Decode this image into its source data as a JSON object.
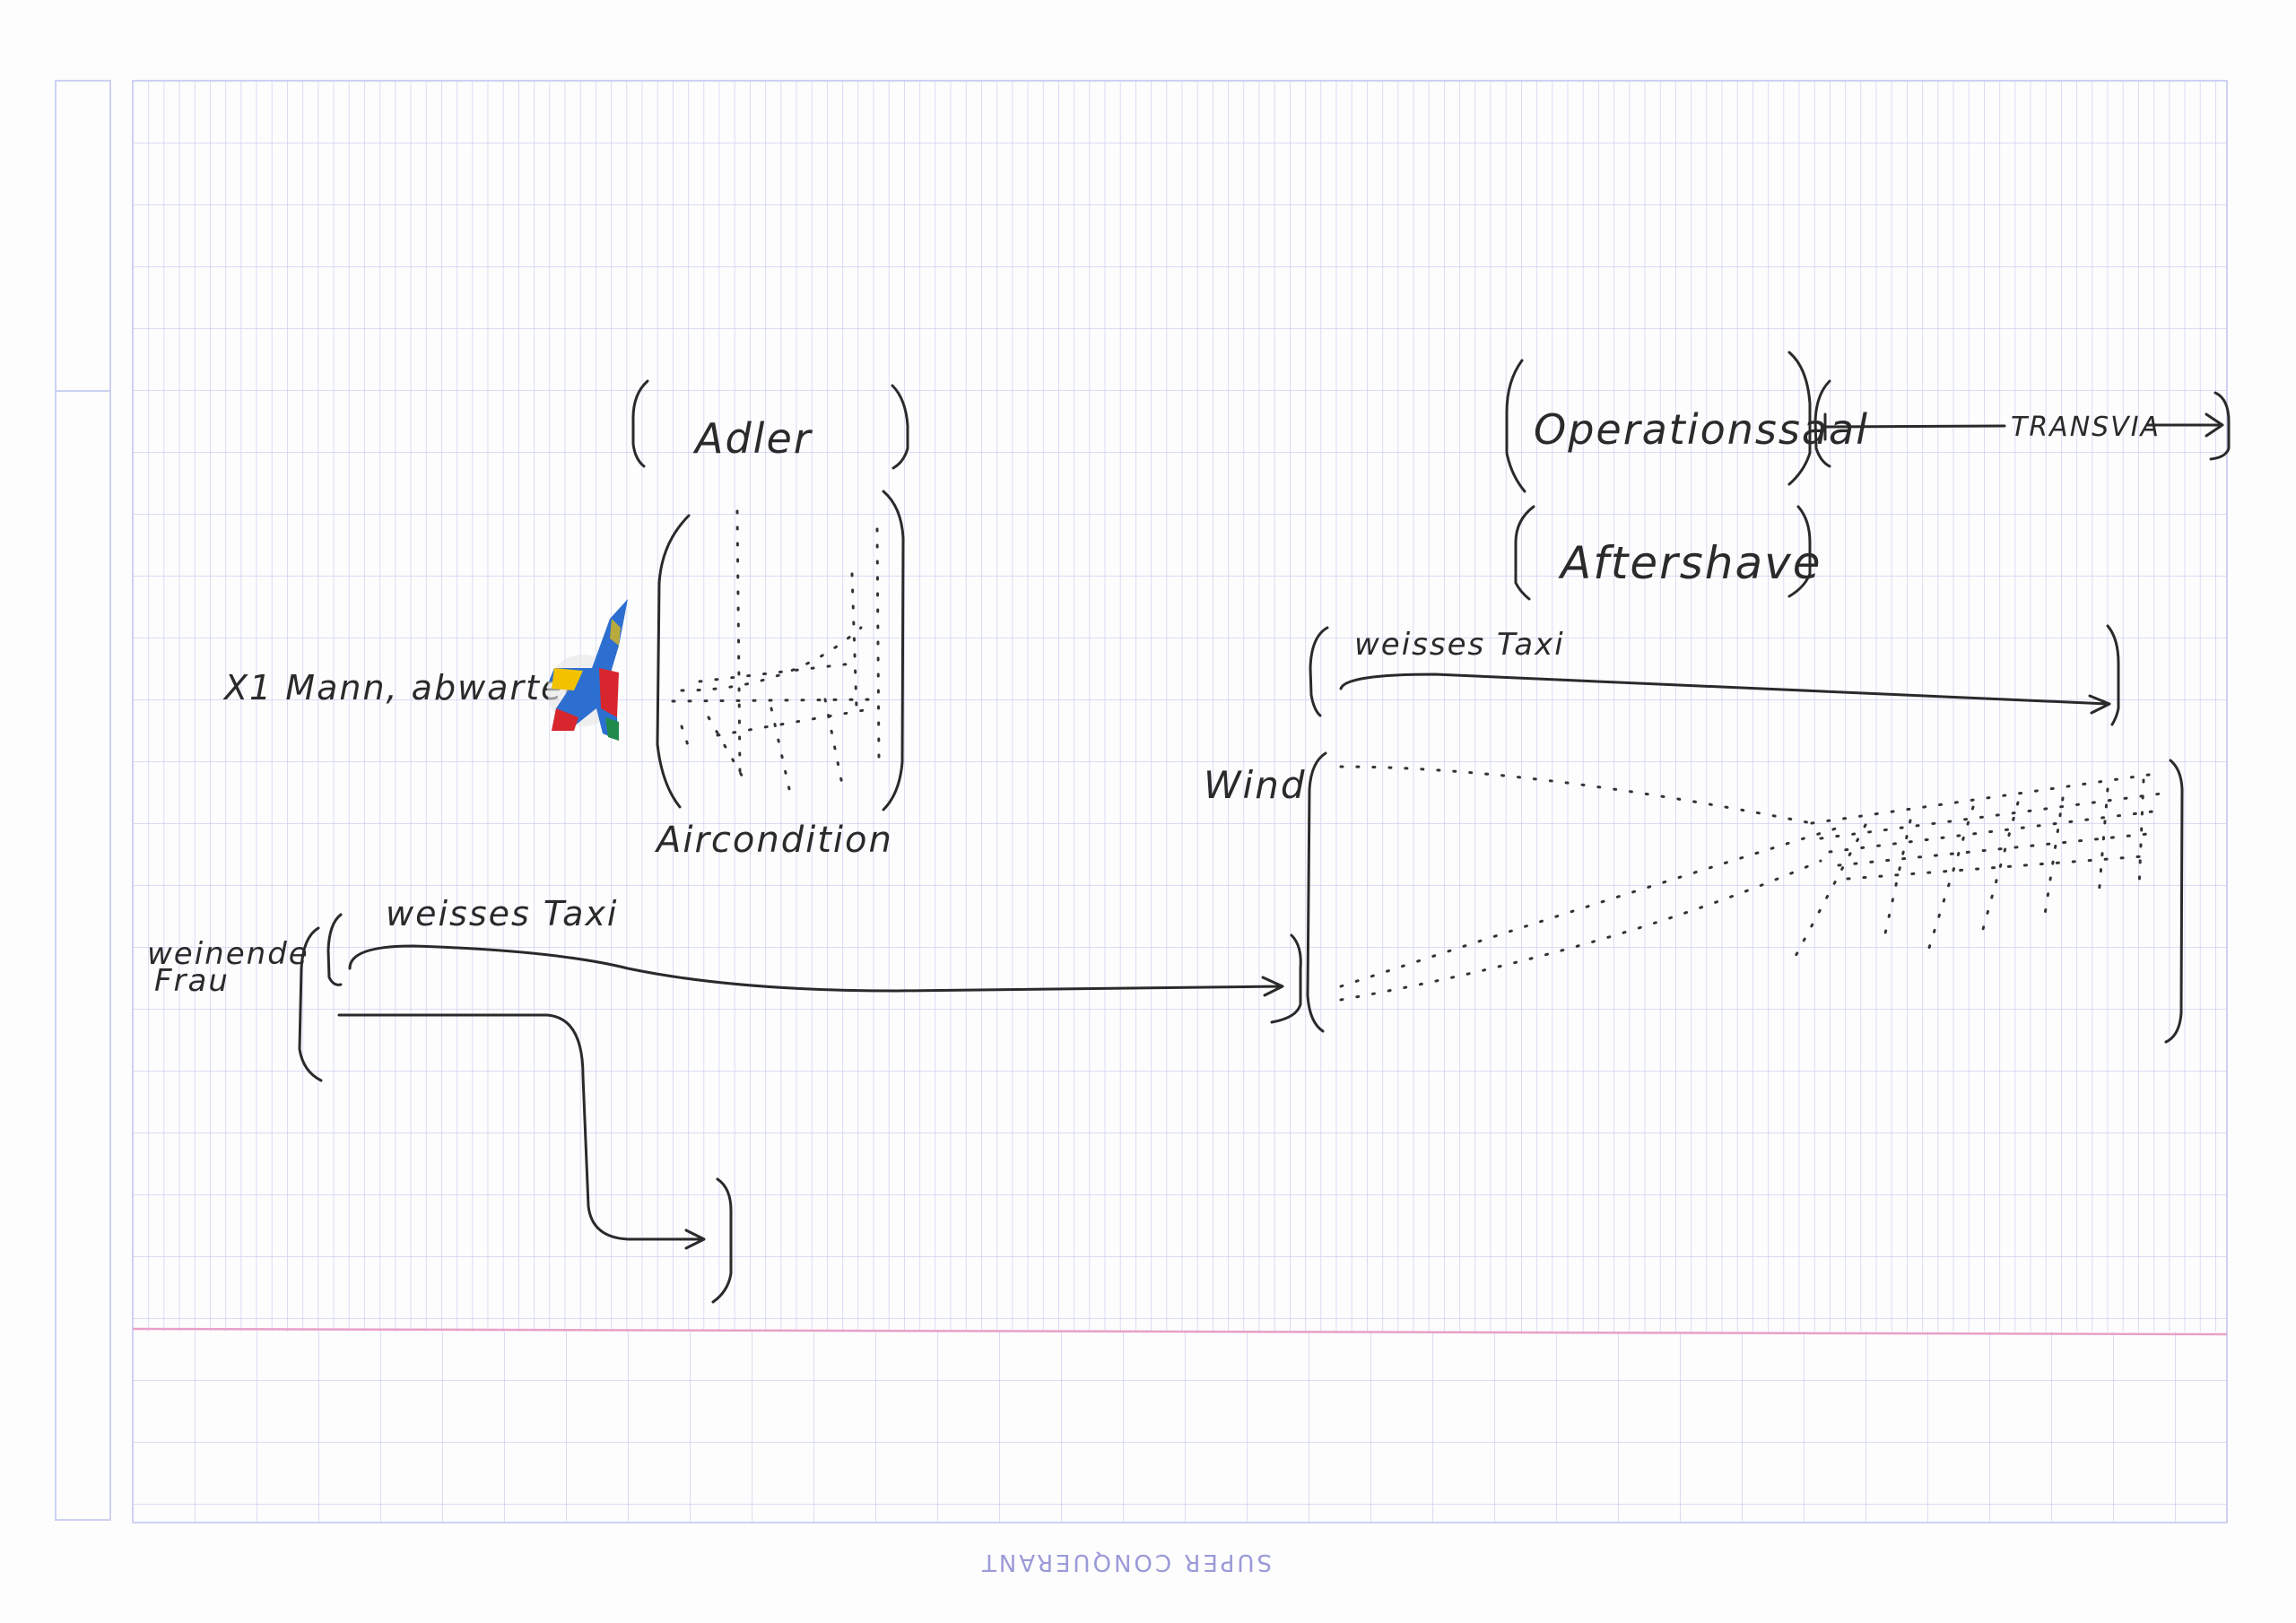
{
  "paper": {
    "brand": "SUPER CONQUERANT",
    "grid_color": "#c8cdf0",
    "margin_line_color": "#e8a0c8",
    "ink_color": "#2a2a2a"
  },
  "labels": {
    "adler": "Adler",
    "aircondition": "Aircondition",
    "mann": "X1 Mann, abwartend",
    "operationssaal": "Operationssaal",
    "aftershave": "Aftershave",
    "transvia": "TRANSVIA",
    "weisses_taxi_top": "weisses Taxi",
    "wind": "Wind",
    "weinende_frau_line1": "weinende",
    "weinende_frau_line2": "Frau",
    "weisses_taxi_bottom": "weisses Taxi"
  },
  "figure": {
    "icon": "flag-figure-collage",
    "colors": [
      "#2d6fd0",
      "#d8262e",
      "#f2c200",
      "#1f8a4c",
      "#ffffff"
    ]
  }
}
